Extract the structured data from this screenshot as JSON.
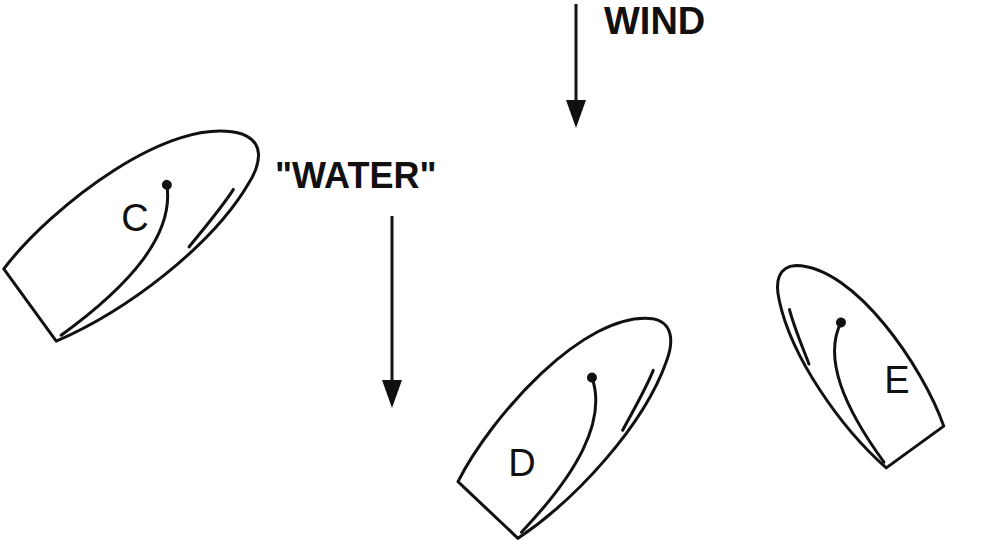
{
  "diagram": {
    "nodes": [
      {
        "text": [
          "C"
        ]
      },
      {
        "text": [
          "D"
        ]
      },
      {
        "text": [
          "E"
        ]
      }
    ],
    "labels": [
      "WIND",
      "\"WATER\""
    ]
  }
}
